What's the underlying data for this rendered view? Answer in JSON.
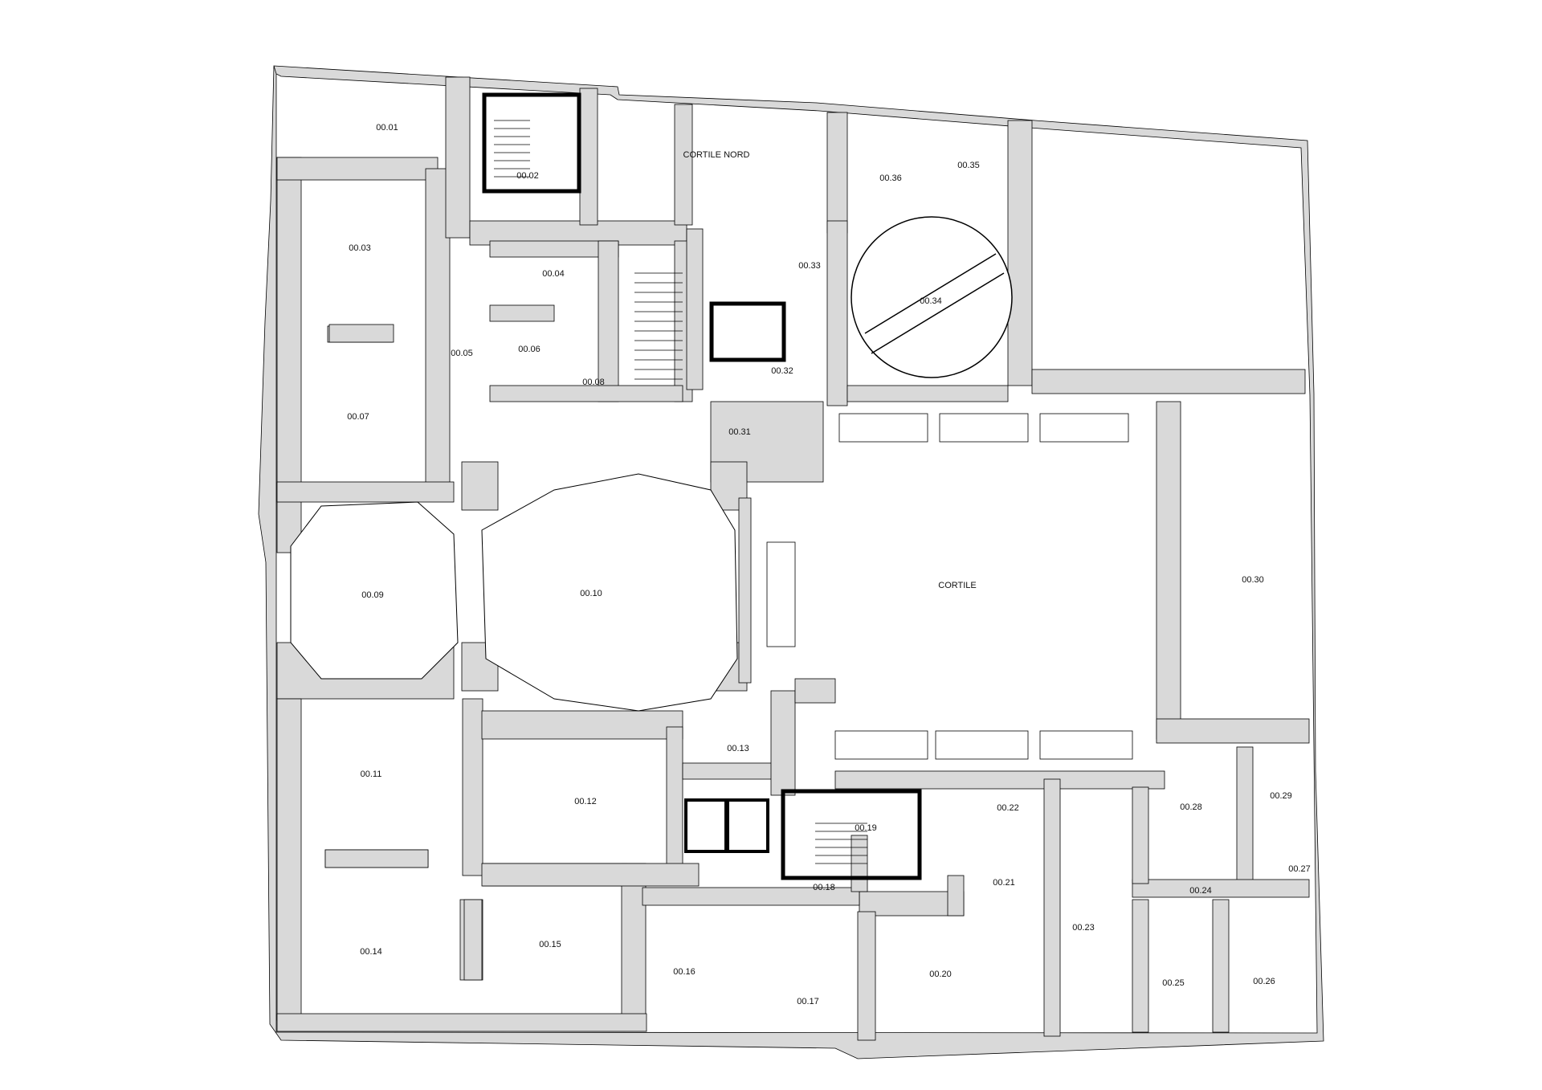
{
  "colors": {
    "wall_fill": "#d9d9d9",
    "line": "#000000",
    "background": "#ffffff"
  },
  "rooms": [
    {
      "id": "r0001",
      "label": "00.01"
    },
    {
      "id": "r0002",
      "label": "00.02"
    },
    {
      "id": "r0003",
      "label": "00.03"
    },
    {
      "id": "r0004",
      "label": "00.04"
    },
    {
      "id": "r0005",
      "label": "00.05"
    },
    {
      "id": "r0006",
      "label": "00.06"
    },
    {
      "id": "r0007",
      "label": "00.07"
    },
    {
      "id": "r0008",
      "label": "00.08"
    },
    {
      "id": "r0009",
      "label": "00.09"
    },
    {
      "id": "r0010",
      "label": "00.10"
    },
    {
      "id": "r0011",
      "label": "00.11"
    },
    {
      "id": "r0012",
      "label": "00.12"
    },
    {
      "id": "r0013",
      "label": "00.13"
    },
    {
      "id": "r0014",
      "label": "00.14"
    },
    {
      "id": "r0015",
      "label": "00.15"
    },
    {
      "id": "r0016",
      "label": "00.16"
    },
    {
      "id": "r0017",
      "label": "00.17"
    },
    {
      "id": "r0018",
      "label": "00.18"
    },
    {
      "id": "r0019",
      "label": "00.19"
    },
    {
      "id": "r0020",
      "label": "00.20"
    },
    {
      "id": "r0021",
      "label": "00.21"
    },
    {
      "id": "r0022",
      "label": "00.22"
    },
    {
      "id": "r0023",
      "label": "00.23"
    },
    {
      "id": "r0024",
      "label": "00.24"
    },
    {
      "id": "r0025",
      "label": "00.25"
    },
    {
      "id": "r0026",
      "label": "00.26"
    },
    {
      "id": "r0027",
      "label": "00.27"
    },
    {
      "id": "r0028",
      "label": "00.28"
    },
    {
      "id": "r0029",
      "label": "00.29"
    },
    {
      "id": "r0030",
      "label": "00.30"
    },
    {
      "id": "r0031",
      "label": "00.31"
    },
    {
      "id": "r0032",
      "label": "00.32"
    },
    {
      "id": "r0033",
      "label": "00.33"
    },
    {
      "id": "r0034",
      "label": "00.34"
    },
    {
      "id": "r0035",
      "label": "00.35"
    },
    {
      "id": "r0036",
      "label": "00.36"
    },
    {
      "id": "cortile",
      "label": "CORTILE"
    },
    {
      "id": "cortile-nord",
      "label": "CORTILE NORD"
    }
  ]
}
